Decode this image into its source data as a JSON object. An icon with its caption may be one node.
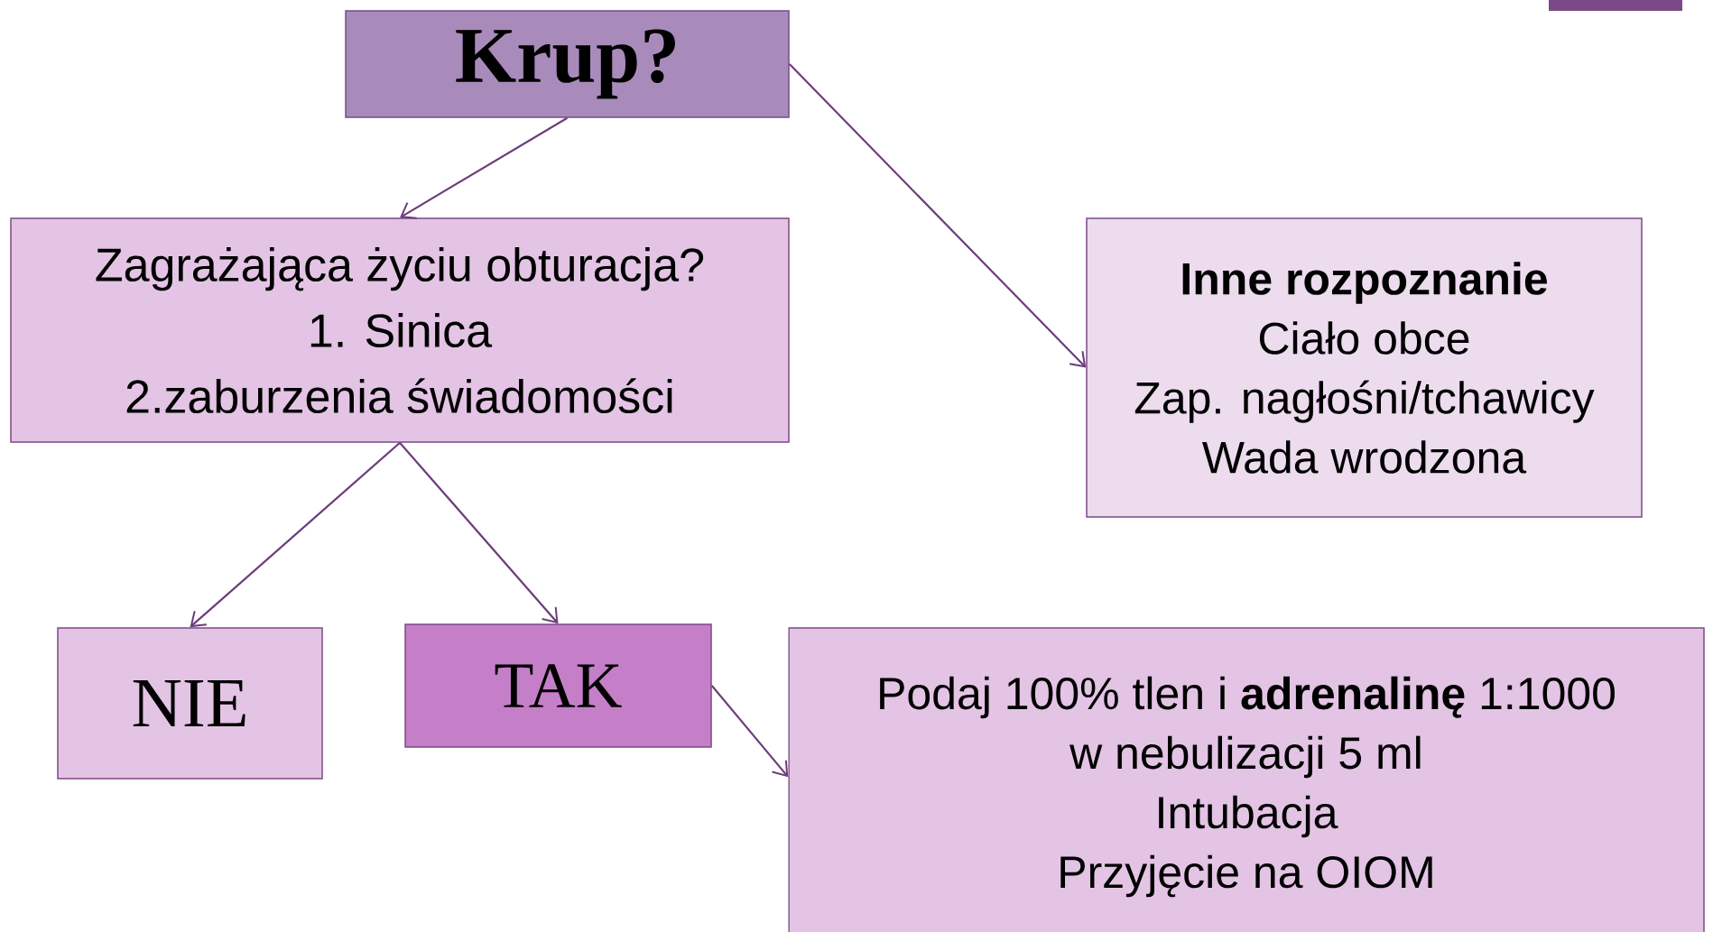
{
  "diagram": {
    "nodes": [
      {
        "text": [
          "Krup?"
        ]
      },
      {
        "text": [
          "Zagrażająca życiu obturacja?",
          "1. Sinica",
          "2.zaburzenia świadomości"
        ]
      },
      {
        "text": [
          "Inne rozpoznanie",
          "Ciało obce",
          "Zap. nagłośni/tchawicy",
          "Wada wrodzona"
        ]
      },
      {
        "text": [
          "NIE"
        ]
      },
      {
        "text": [
          "TAK"
        ]
      },
      {
        "text": [
          "Podaj 100% tlen i **adrenalinę** 1:1000",
          "w nebulizacji 5 ml",
          "Intubacja",
          "Przyjęcie na OIOM"
        ]
      }
    ],
    "edges": [
      {
        "from": 0,
        "to": 1,
        "arrow": "to"
      },
      {
        "from": 0,
        "to": 2,
        "arrow": "to"
      },
      {
        "from": 1,
        "to": 3,
        "arrow": "to"
      },
      {
        "from": 1,
        "to": 4,
        "arrow": "to"
      },
      {
        "from": 4,
        "to": 5,
        "arrow": "to"
      }
    ]
  }
}
